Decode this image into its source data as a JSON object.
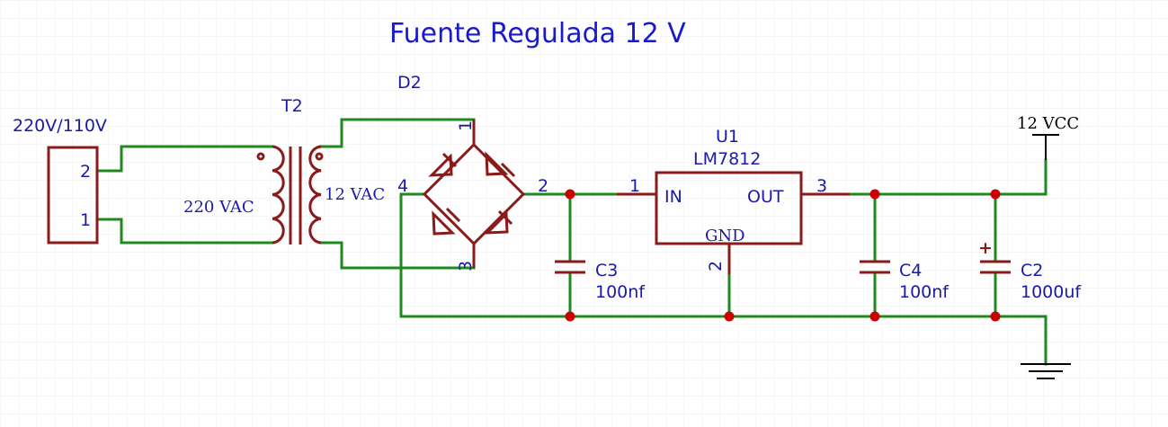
{
  "colors": {
    "wire": "#1e8a1e",
    "component": "#8b1a1a",
    "junction": "#cc0000",
    "label_blue": "#1a1aa8",
    "title": "#1a1acc",
    "grid": "#ececec"
  },
  "title": "Fuente Regulada 12 V",
  "connector": {
    "label": "220V/110V",
    "pin_top": "2",
    "pin_bottom": "1"
  },
  "transformer": {
    "ref": "T2",
    "primary": "220 VAC",
    "secondary": "12 VAC"
  },
  "bridge": {
    "ref": "D2",
    "pin_top": "1",
    "pin_right": "2",
    "pin_bottom": "3",
    "pin_left": "4"
  },
  "c3": {
    "ref": "C3",
    "value": "100nf"
  },
  "regulator": {
    "ref": "U1",
    "part": "LM7812",
    "in": "IN",
    "out": "OUT",
    "gnd": "GND",
    "pin_in": "1",
    "pin_out": "3",
    "pin_gnd": "2"
  },
  "c4": {
    "ref": "C4",
    "value": "100nf"
  },
  "c2": {
    "ref": "C2",
    "value": "1000uf",
    "polarity": "+"
  },
  "power": {
    "label": "12 VCC"
  },
  "icons": [
    "ground-icon",
    "power-flag-icon",
    "diode-icon",
    "junction-dot"
  ]
}
